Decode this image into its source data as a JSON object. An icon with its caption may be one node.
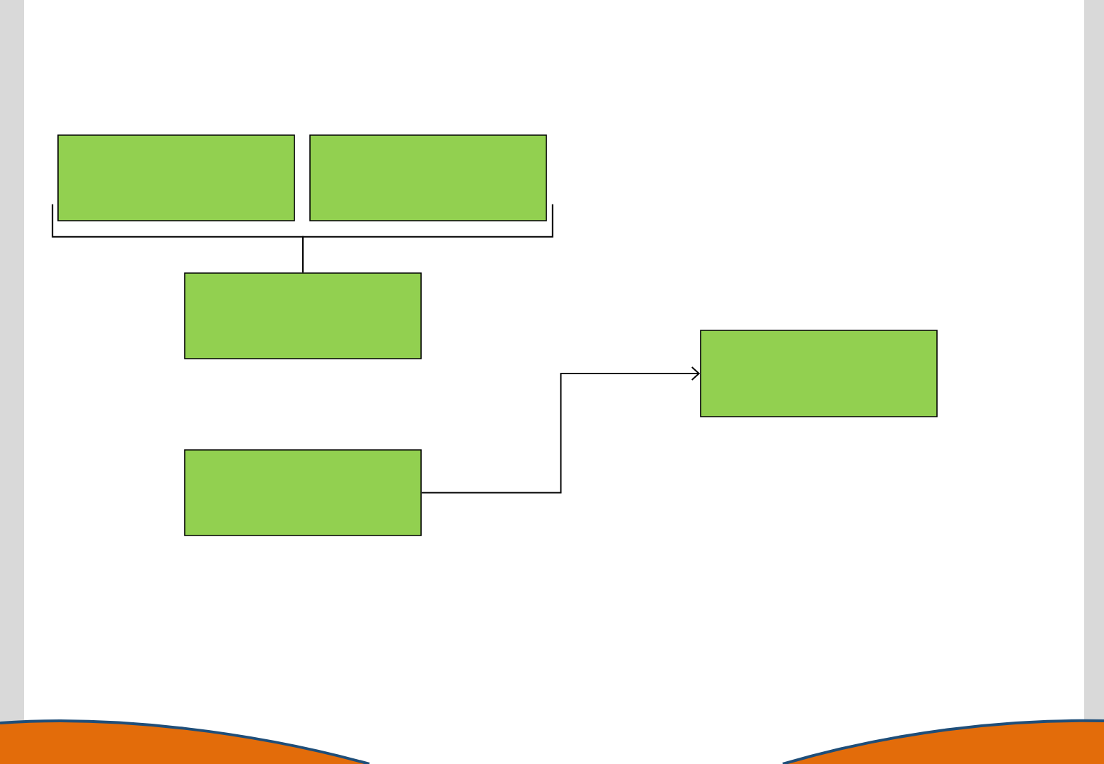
{
  "diagram": {
    "nodes": [
      {
        "text": [],
        "shape": "box"
      },
      {
        "text": [],
        "shape": "box"
      },
      {
        "text": [],
        "shape": "box"
      },
      {
        "text": [],
        "shape": "box"
      },
      {
        "text": [],
        "shape": "box"
      }
    ],
    "edges": [
      {
        "from": 0,
        "to": 2,
        "arrow": "none"
      },
      {
        "from": 1,
        "to": 2,
        "arrow": "none"
      },
      {
        "from": 3,
        "to": 4,
        "arrow": "to"
      }
    ]
  }
}
